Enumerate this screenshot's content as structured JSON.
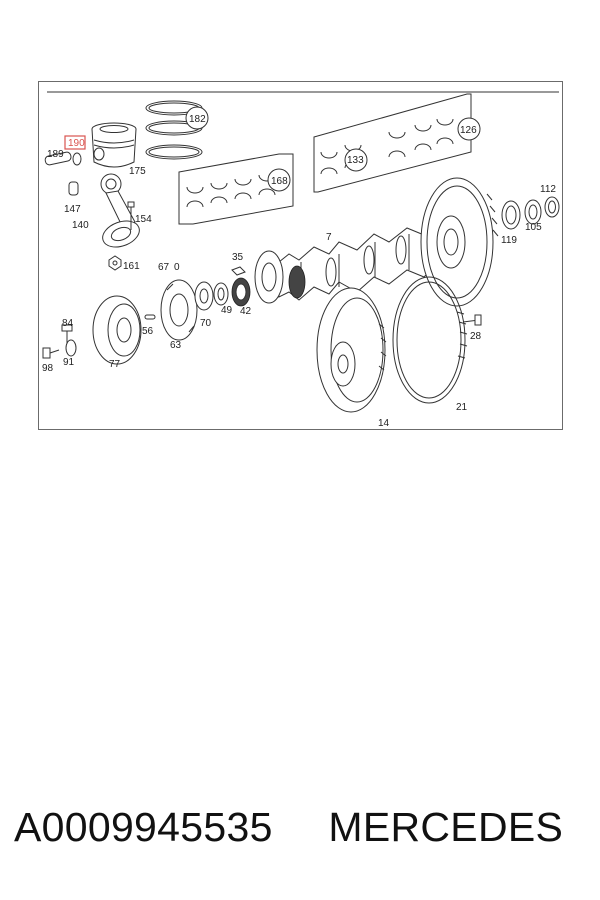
{
  "diagram": {
    "part_labels": {
      "p189": "189",
      "p190": "190",
      "p175": "175",
      "p182": "182",
      "p147": "147",
      "p140": "140",
      "p154": "154",
      "p161": "161",
      "p168": "168",
      "p133": "133",
      "p126": "126",
      "p112": "112",
      "p119": "119",
      "p105": "105",
      "p7": "7",
      "p35": "35",
      "p67": "67",
      "p0": "0",
      "p84": "84",
      "p56": "56",
      "p70": "70",
      "p49": "49",
      "p42": "42",
      "p63": "63",
      "p28": "28",
      "p98": "98",
      "p91": "91",
      "p77": "77",
      "p21": "21",
      "p14": "14"
    },
    "highlighted_part": "190",
    "highlight_color": "#d9534f"
  },
  "caption": {
    "part_number": "A0009945535",
    "brand": "MERCEDES"
  }
}
